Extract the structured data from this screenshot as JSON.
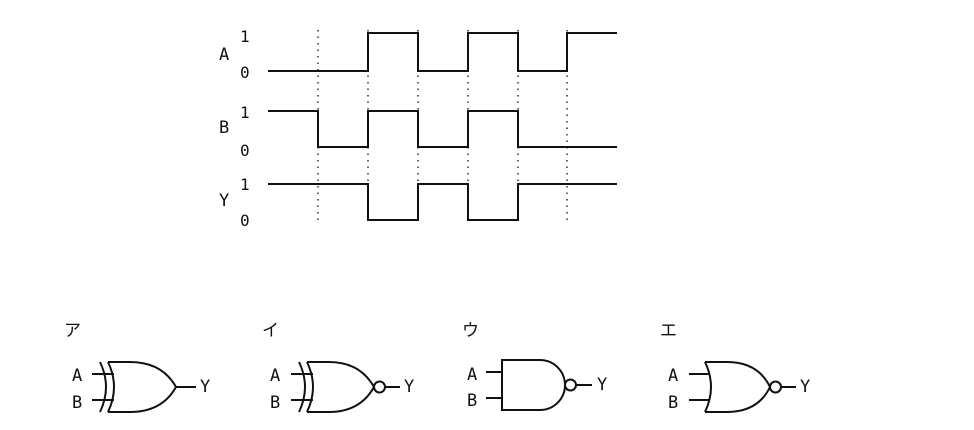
{
  "timing": {
    "signals": [
      {
        "name": "A",
        "levels": [
          0,
          0,
          1,
          0,
          1,
          0,
          1
        ]
      },
      {
        "name": "B",
        "levels": [
          1,
          0,
          1,
          0,
          1,
          0,
          0
        ]
      },
      {
        "name": "Y",
        "levels": [
          1,
          1,
          0,
          1,
          0,
          1,
          1
        ]
      }
    ],
    "high_label": "1",
    "low_label": "0"
  },
  "options": [
    {
      "label": "ア",
      "gate": "XOR",
      "in_a": "A",
      "in_b": "B",
      "out": "Y"
    },
    {
      "label": "イ",
      "gate": "XNOR",
      "in_a": "A",
      "in_b": "B",
      "out": "Y"
    },
    {
      "label": "ウ",
      "gate": "NAND",
      "in_a": "A",
      "in_b": "B",
      "out": "Y"
    },
    {
      "label": "エ",
      "gate": "NOR",
      "in_a": "A",
      "in_b": "B",
      "out": "Y"
    }
  ]
}
